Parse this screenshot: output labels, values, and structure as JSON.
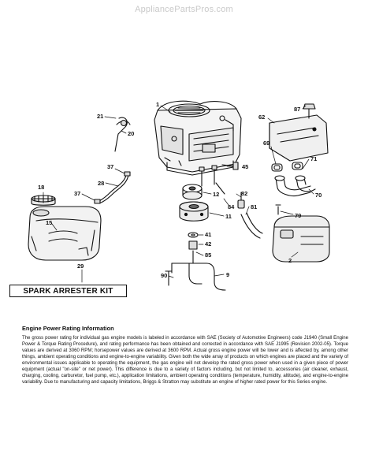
{
  "watermark": "AppliancePartsPros.com",
  "callouts": {
    "c1": "1",
    "c2": "2",
    "c9": "9",
    "c11": "11",
    "c12": "12",
    "c15": "15",
    "c18": "18",
    "c20": "20",
    "c21": "21",
    "c28": "28",
    "c29": "29",
    "c37a": "37",
    "c37b": "37",
    "c41": "41",
    "c42": "42",
    "c45": "45",
    "c62": "62",
    "c69": "69",
    "c70": "70",
    "c71": "71",
    "c79": "79",
    "c81": "81",
    "c82": "82",
    "c84": "84",
    "c85": "85",
    "c87": "87",
    "c90": "90"
  },
  "kit_label": "SPARK ARRESTER KIT",
  "info": {
    "title": "Engine Power Rating Information",
    "body": "The gross power rating for individual gas engine models is labeled in accordance with SAE (Society of Automotive Engineers) code J1940 (Small Engine Power & Torque Rating Procedure), and rating performance has been obtained and corrected in accordance with SAE J1995 (Revision 2002-05). Torque values are derived at 3060 RPM; horsepower values are derived at 3600 RPM. Actual gross engine power will be lower and is affected by, among other things, ambient operating conditions and engine-to-engine variability. Given both the wide array of products on which engines are placed and the variety of environmental issues applicable to operating the equipment, the gas engine will not develop the rated gross power when used in a given piece of power equipment (actual \"on-site\" or net power). This difference is due to a variety of factors including, but not limited to, accessories (air cleaner, exhaust, charging, cooling, carburetor, fuel pump, etc.), application limitations, ambient operating conditions (temperature, humidity, altitude), and engine-to-engine variability. Due to manufacturing and capacity limitations, Briggs & Stratton may substitute an engine of higher rated power for this Series engine."
  }
}
